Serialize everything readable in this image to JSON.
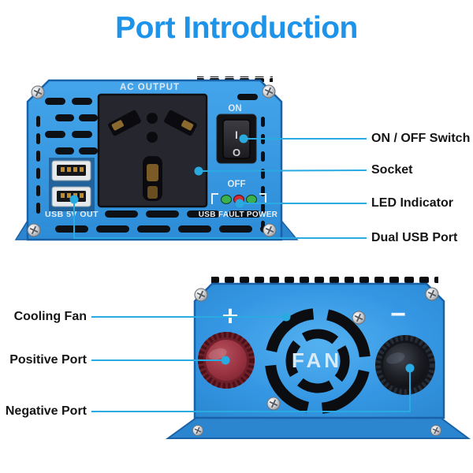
{
  "title": "Port Introduction",
  "front_view": {
    "ac_output_label": "AC OUTPUT",
    "switch_on_label": "ON",
    "switch_off_label": "OFF",
    "switch_symbol_on": "I",
    "switch_symbol_off": "O",
    "usb_label": "USB  5V  OUT",
    "led_panel_label": "USB FAULT POWER",
    "leds": [
      {
        "name": "usb-led",
        "color": "#3ab14e"
      },
      {
        "name": "fault-led",
        "color": "#d32b2f"
      },
      {
        "name": "power-led",
        "color": "#3ab14e"
      }
    ]
  },
  "rear_view": {
    "fan_label": "FAN",
    "positive_symbol": "+",
    "negative_symbol": "−"
  },
  "callouts": {
    "right": [
      {
        "label": "ON / OFF Switch"
      },
      {
        "label": "Socket"
      },
      {
        "label": "LED Indicator"
      },
      {
        "label": "Dual USB Port"
      }
    ],
    "left": [
      {
        "label": "Cooling Fan"
      },
      {
        "label": "Positive Port"
      },
      {
        "label": "Negative Port"
      }
    ]
  },
  "colors": {
    "accent_line": "#29abe2",
    "title_blue": "#1e93ea",
    "body_blue": "#3194e2",
    "positive_terminal": "#9a3341",
    "negative_terminal": "#15161a"
  }
}
